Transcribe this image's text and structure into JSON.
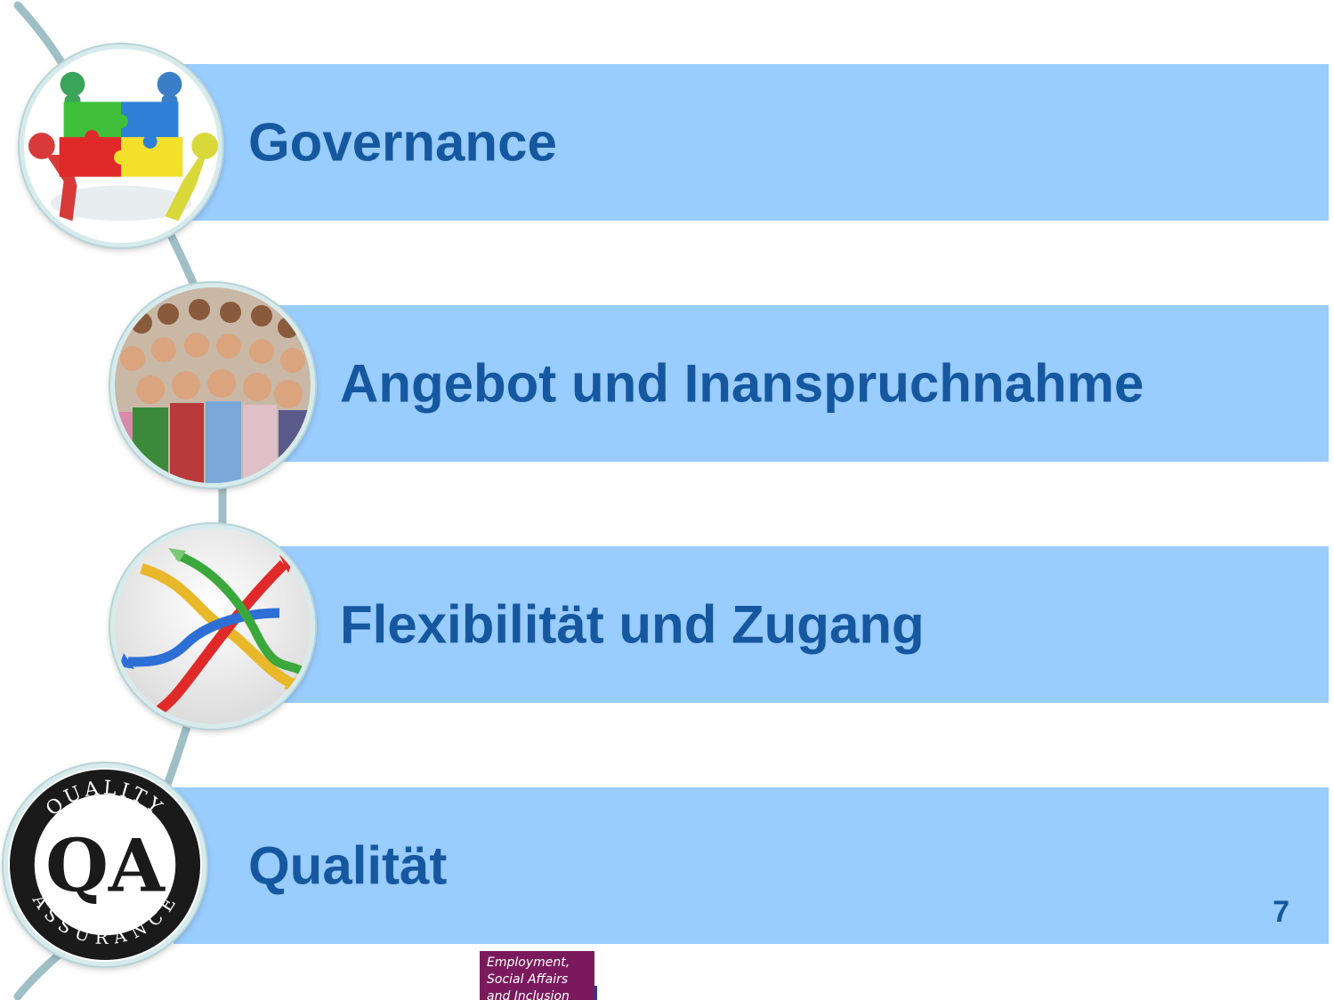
{
  "items": [
    {
      "label": "Governance",
      "icon": "puzzle-team-icon"
    },
    {
      "label": "Angebot und Inanspruchnahme",
      "icon": "crowd-photo-icon"
    },
    {
      "label": "Flexibilität und Zugang",
      "icon": "crossing-arrows-icon"
    },
    {
      "label": "Qualität",
      "icon": "quality-assurance-seal-icon"
    }
  ],
  "seal": {
    "top_text": "QUALITY",
    "bottom_text": "ASSURANCE",
    "monogram": "QA"
  },
  "page_number": "7",
  "footer_badge": {
    "line1": "Employment,",
    "line2": "Social Affairs",
    "line3": "and Inclusion"
  },
  "colors": {
    "band": "#99ccff",
    "text": "#1558a0",
    "connector": "#9fbfc6",
    "badge": "#7a1a5c"
  }
}
